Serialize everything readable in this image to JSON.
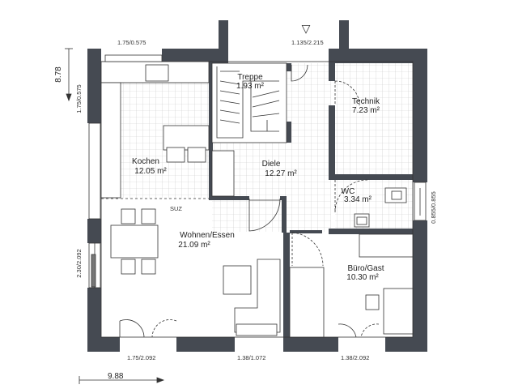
{
  "rooms": {
    "treppe": {
      "name": "Treppe",
      "area": "1.93 m²"
    },
    "technik": {
      "name": "Technik",
      "area": "7.23 m²"
    },
    "kochen": {
      "name": "Kochen",
      "area": "12.05 m²"
    },
    "diele": {
      "name": "Diele",
      "area": "12.27 m²"
    },
    "wc": {
      "name": "WC",
      "area": "3.34 m²"
    },
    "wohnen": {
      "name": "Wohnen/Essen",
      "area": "21.09 m²"
    },
    "buero": {
      "name": "Büro/Gast",
      "area": "10.30 m²"
    }
  },
  "labels": {
    "suz": "SUZ",
    "entry_marker": "▽"
  },
  "dimensions": {
    "overall_height": "8.78",
    "overall_width": "9.88",
    "window_top_left": "1.75/0.575",
    "window_top_right": "1.135/2.215",
    "window_left_top": "1.75/0.575",
    "window_left_bottom": "2.30/2.092",
    "window_right": "0.855/0.855",
    "window_bottom_left": "1.75/2.092",
    "window_bottom_mid": "1.38/1.072",
    "window_bottom_right": "1.38/2.092"
  },
  "colors": {
    "wall": "#454a52",
    "tile": "#c9c9c9",
    "line": "#333333"
  }
}
